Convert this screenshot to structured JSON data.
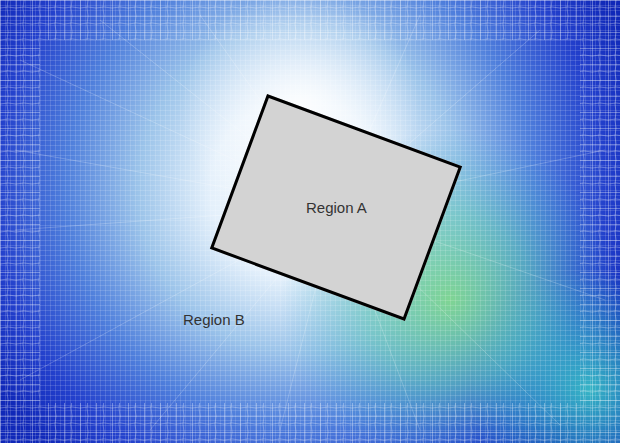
{
  "diagram": {
    "nodes": [
      {
        "text": [
          "Region B"
        ]
      },
      {
        "text": [
          "Region A"
        ],
        "in": 0
      }
    ]
  }
}
